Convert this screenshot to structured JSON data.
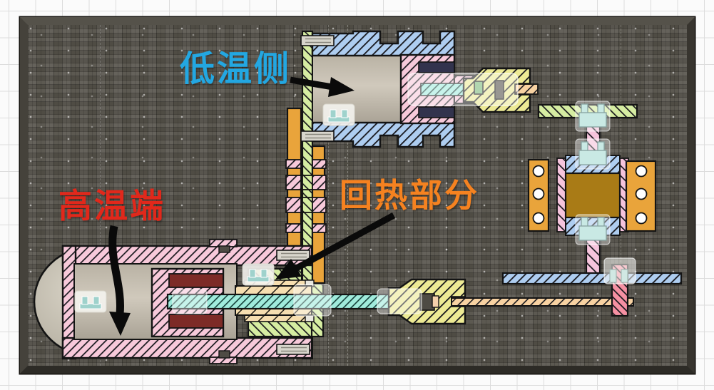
{
  "scene": {
    "description_tag": "stirling-engine-cross-section-scene",
    "background": {
      "grid_bg": "#fbfbfb",
      "grid_line": "#dcdcdc",
      "panel_base": "#56534b"
    }
  },
  "callouts": [
    {
      "id": "cold-side",
      "text": "低温侧",
      "color": "#23a7e2",
      "points_to": "cold-cylinder-interior"
    },
    {
      "id": "hot-end",
      "text": "高温端",
      "color": "#e1281b",
      "points_to": "hot-cylinder-interior"
    },
    {
      "id": "regenerator",
      "text": "回热部分",
      "color": "#f58220",
      "points_to": "regenerator-column"
    }
  ],
  "palette": {
    "cooler_blue": "#aecdf0",
    "piston_pink": "#f7c9da",
    "seal_navy": "#32334d",
    "hot_seal_maroon": "#7d2b27",
    "flange_green": "#d6eda2",
    "link_yellow": "#edea94",
    "displacer_rod_teal": "#a0ebdc",
    "crank_rod_tan": "#f8d2a2",
    "bushing_wheat": "#f6deb0",
    "duct_orange": "#e9a43b",
    "coil_brown": "#a97b16",
    "shaft_pink": "#f6c4dc",
    "crank_pink": "#f590a2",
    "joint_marker_teal": "#9fd2cc",
    "selection_highlight": "rgba(255,255,255,0.42)",
    "annotation_arrow": "#0a0a0a"
  }
}
